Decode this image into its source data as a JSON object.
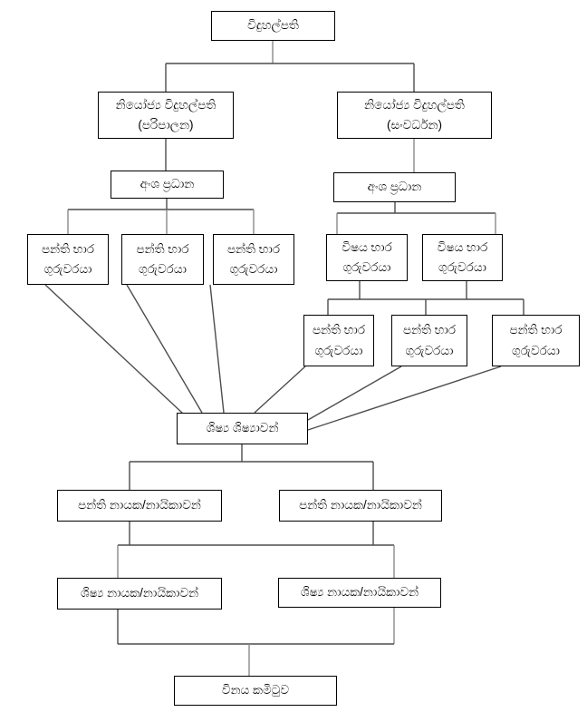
{
  "colors": {
    "background": "#ffffff",
    "box_border": "#000000",
    "connector": "#4d4d4d",
    "connector_light": "#8a8a8a",
    "text": "#000000"
  },
  "org_chart": {
    "principal": {
      "label": "විදුහල්පති"
    },
    "deputy_principals": [
      {
        "line1": "නියෝජ්‍ය විදුහල්පති",
        "line2": "(පරිපාලන)"
      },
      {
        "line1": "නියෝජ්‍ය විදුහල්පති",
        "line2": "(සංවර්ධන)"
      }
    ],
    "section_heads": [
      {
        "label": "අංශ ප්‍රධාන"
      },
      {
        "label": "අංශ ප්‍රධාන"
      }
    ],
    "class_teachers_admin": [
      {
        "line1": "පන්ති භාර",
        "line2": "ගුරුවරයා"
      },
      {
        "line1": "පන්ති භාර",
        "line2": "ගුරුවරයා"
      },
      {
        "line1": "පන්ති භාර",
        "line2": "ගුරුවරයා"
      }
    ],
    "subject_teachers": [
      {
        "line1": "විෂය භාර",
        "line2": "ගුරුවරයා"
      },
      {
        "line1": "විෂය භාර",
        "line2": "ගුරුවරයා"
      }
    ],
    "class_teachers_dev": [
      {
        "line1": "පන්ති භාර",
        "line2": "ගුරුවරයා"
      },
      {
        "line1": "පන්ති භාර",
        "line2": "ගුරුවරයා"
      },
      {
        "line1": "පන්ති භාර",
        "line2": "ගුරුවරයා"
      }
    ],
    "students": {
      "label": "ශිෂ්‍ය ශිෂ්‍යාවන්"
    },
    "class_prefects": [
      {
        "label": "පන්ති නායක/නායිකාවන්"
      },
      {
        "label": "පන්ති නායක/නායිකාවන්"
      }
    ],
    "student_prefects": [
      {
        "label": "ශිෂ්‍ය නායක/නායිකාවන්"
      },
      {
        "label": "ශිෂ්‍ය නායක/නායිකාවන්"
      }
    ],
    "discipline_committee": {
      "label": "විනය කමිටුව"
    }
  }
}
